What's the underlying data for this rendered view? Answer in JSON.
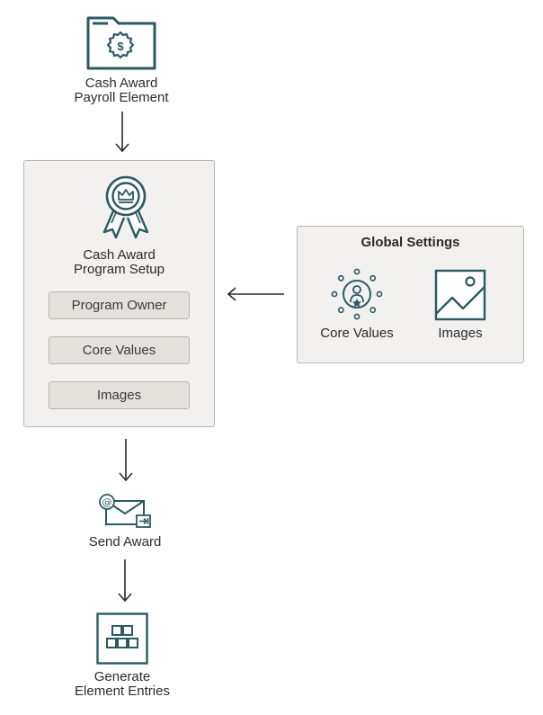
{
  "nodes": {
    "payroll_element": {
      "line1": "Cash Award",
      "line2": "Payroll Element",
      "icon": "dollar-folder-icon"
    },
    "program_setup": {
      "line1": "Cash Award",
      "line2": "Program Setup",
      "icon": "award-ribbon-icon",
      "items": [
        "Program Owner",
        "Core Values",
        "Images"
      ]
    },
    "global_settings": {
      "title": "Global Settings",
      "items": [
        {
          "label": "Core Values",
          "icon": "core-values-icon"
        },
        {
          "label": "Images",
          "icon": "image-icon"
        }
      ]
    },
    "send_award": {
      "label": "Send Award",
      "icon": "email-send-icon"
    },
    "generate_entries": {
      "line1": "Generate",
      "line2": "Element Entries",
      "icon": "grid-blocks-icon"
    }
  },
  "colors": {
    "icon": "#2c5a63",
    "panel_bg": "#f2f1ef",
    "pill_bg": "#e4e1dc",
    "arrow": "#2b2b2b"
  }
}
